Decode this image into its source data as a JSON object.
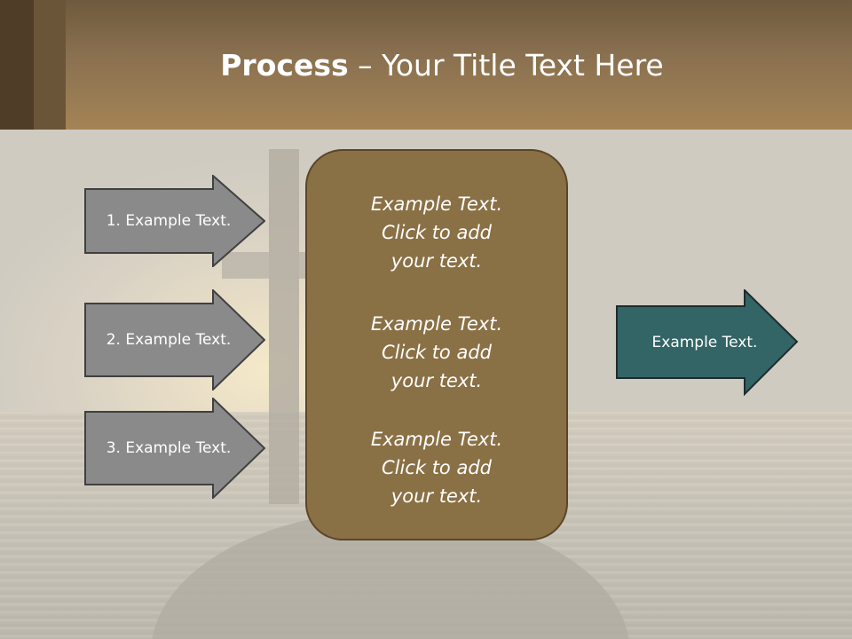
{
  "title": {
    "bold": "Process",
    "dash": " – ",
    "rest": "Your Title Text Here"
  },
  "left_arrows": [
    {
      "label": "1. Example Text."
    },
    {
      "label": "2. Example Text."
    },
    {
      "label": "3. Example Text."
    }
  ],
  "center_box": {
    "items": [
      {
        "text": "Example Text.\nClick  to add\nyour text."
      },
      {
        "text": "Example Text.\nClick  to add\nyour text."
      },
      {
        "text": "Example Text.\nClick  to add\nyour text."
      }
    ]
  },
  "right_arrow": {
    "label": "Example Text."
  },
  "colors": {
    "title_band": "#8b7150",
    "gray_arrow": "#8a8a8a",
    "teal_arrow": "#336466",
    "center_box": "#8a7045"
  }
}
